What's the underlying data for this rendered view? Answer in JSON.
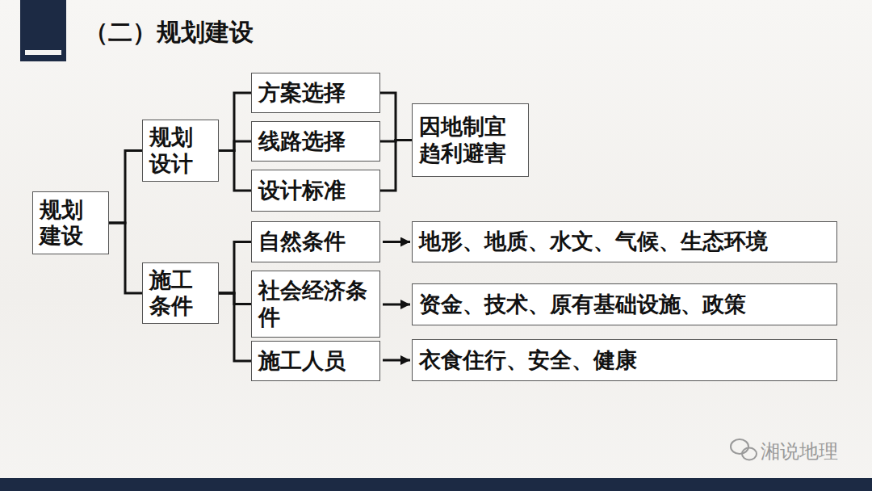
{
  "diagram": {
    "title": "（二）规划建设",
    "nodes": [
      {
        "text": [
          "规划建设"
        ]
      },
      {
        "text": [
          "规划设计"
        ]
      },
      {
        "text": [
          "方案选择"
        ]
      },
      {
        "text": [
          "线路选择"
        ]
      },
      {
        "text": [
          "设计标准"
        ]
      },
      {
        "text": [
          "因地制宜 趋利避害"
        ]
      },
      {
        "text": [
          "施工条件"
        ]
      },
      {
        "text": [
          "自然条件"
        ]
      },
      {
        "text": [
          "社会经济条件"
        ]
      },
      {
        "text": [
          "施工人员"
        ]
      },
      {
        "text": [
          "地形、地质、水文、气候、生态环境"
        ]
      },
      {
        "text": [
          "资金、技术、原有基础设施、政策"
        ]
      },
      {
        "text": [
          "衣食住行、安全、健康"
        ]
      }
    ],
    "edges": [
      {
        "from": 0,
        "to": 1,
        "arrow": "none"
      },
      {
        "from": 0,
        "to": 6,
        "arrow": "none"
      },
      {
        "from": 1,
        "to": 2,
        "arrow": "none"
      },
      {
        "from": 1,
        "to": 3,
        "arrow": "none"
      },
      {
        "from": 1,
        "to": 4,
        "arrow": "none"
      },
      {
        "from": 2,
        "to": 5,
        "arrow": "none"
      },
      {
        "from": 3,
        "to": 5,
        "arrow": "none"
      },
      {
        "from": 4,
        "to": 5,
        "arrow": "none"
      },
      {
        "from": 6,
        "to": 7,
        "arrow": "none"
      },
      {
        "from": 6,
        "to": 8,
        "arrow": "none"
      },
      {
        "from": 6,
        "to": 9,
        "arrow": "none"
      },
      {
        "from": 7,
        "to": 10,
        "arrow": "to"
      },
      {
        "from": 8,
        "to": 11,
        "arrow": "to"
      },
      {
        "from": 9,
        "to": 12,
        "arrow": "to"
      }
    ],
    "labels": [
      "湘说地理"
    ]
  }
}
